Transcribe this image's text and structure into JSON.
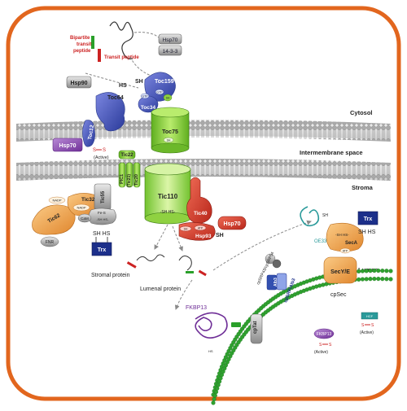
{
  "labels": {
    "bipartite_transit_peptide": [
      "Bipartite",
      "transit",
      "peptide"
    ],
    "transit_peptide": "Transit peptide",
    "hsp70_top": "Hsp70",
    "p14_3_3": "14-3-3",
    "hsp90": "Hsp90",
    "toc159": "Toc159",
    "toc64": "Toc64",
    "toc34": "Toc34",
    "toc75": "Toc75",
    "gtp": "GTP",
    "sh": "SH",
    "hs": "HS",
    "cytosol": "Cytosol",
    "intermembrane_space": "Intermembrane space",
    "hsp70_ims": "Hsp70",
    "toc12": "Toc12",
    "active": "(Active)",
    "s": "S",
    "tic22": "Tic22",
    "tic20": "Tic20",
    "tic21": "(Tic21)",
    "pic1": "PIC1",
    "tic110": "Tic110",
    "tic110_sh": "-SH HS-",
    "stroma": "Stroma",
    "tic32": "Tic32",
    "nadp": "NADP",
    "tic62": "Tic62",
    "fes": "Fe-S",
    "tic55": "Tic55",
    "tic55_sh": "-SH HS-",
    "cam": "CaM",
    "fnr": "FNR",
    "trx": "Trx",
    "tic40": "Tic40",
    "hsp70_stroma": "Hsp70",
    "hsp93": "Hsp93",
    "atp": "ATP",
    "sh_hs": "SH HS",
    "stromal_protein": "Stromal protein",
    "lumenal_protein": "Lumenal protein",
    "fkbp13": "FKBP13",
    "cpsrp": "cpSRP43/cpSRP54",
    "alb3": "Alb3",
    "cpsrp_alb3": "cpSRP/Alb3",
    "cptat": "cpTat",
    "oe33": "OE33",
    "seca": "SecA",
    "secye": "SecY/E",
    "cpsec": "cpSec",
    "lumen": "Lumen",
    "fkbp13_lumen": "FKBP13",
    "hcf": "HCF"
  },
  "colors": {
    "border": "#e2661e",
    "membrane_head": "#9e9e9e",
    "toc159": "#3344aa",
    "toc75": "#7ccf28",
    "tic110": "#8fd141",
    "tic40": "#d23a2a",
    "hsp93": "#cc2222",
    "thylakoid": "#2fa12f",
    "trx": "#1c2f8a",
    "hsp70": "#8e4db3",
    "orange_protein": "#f0a043"
  }
}
